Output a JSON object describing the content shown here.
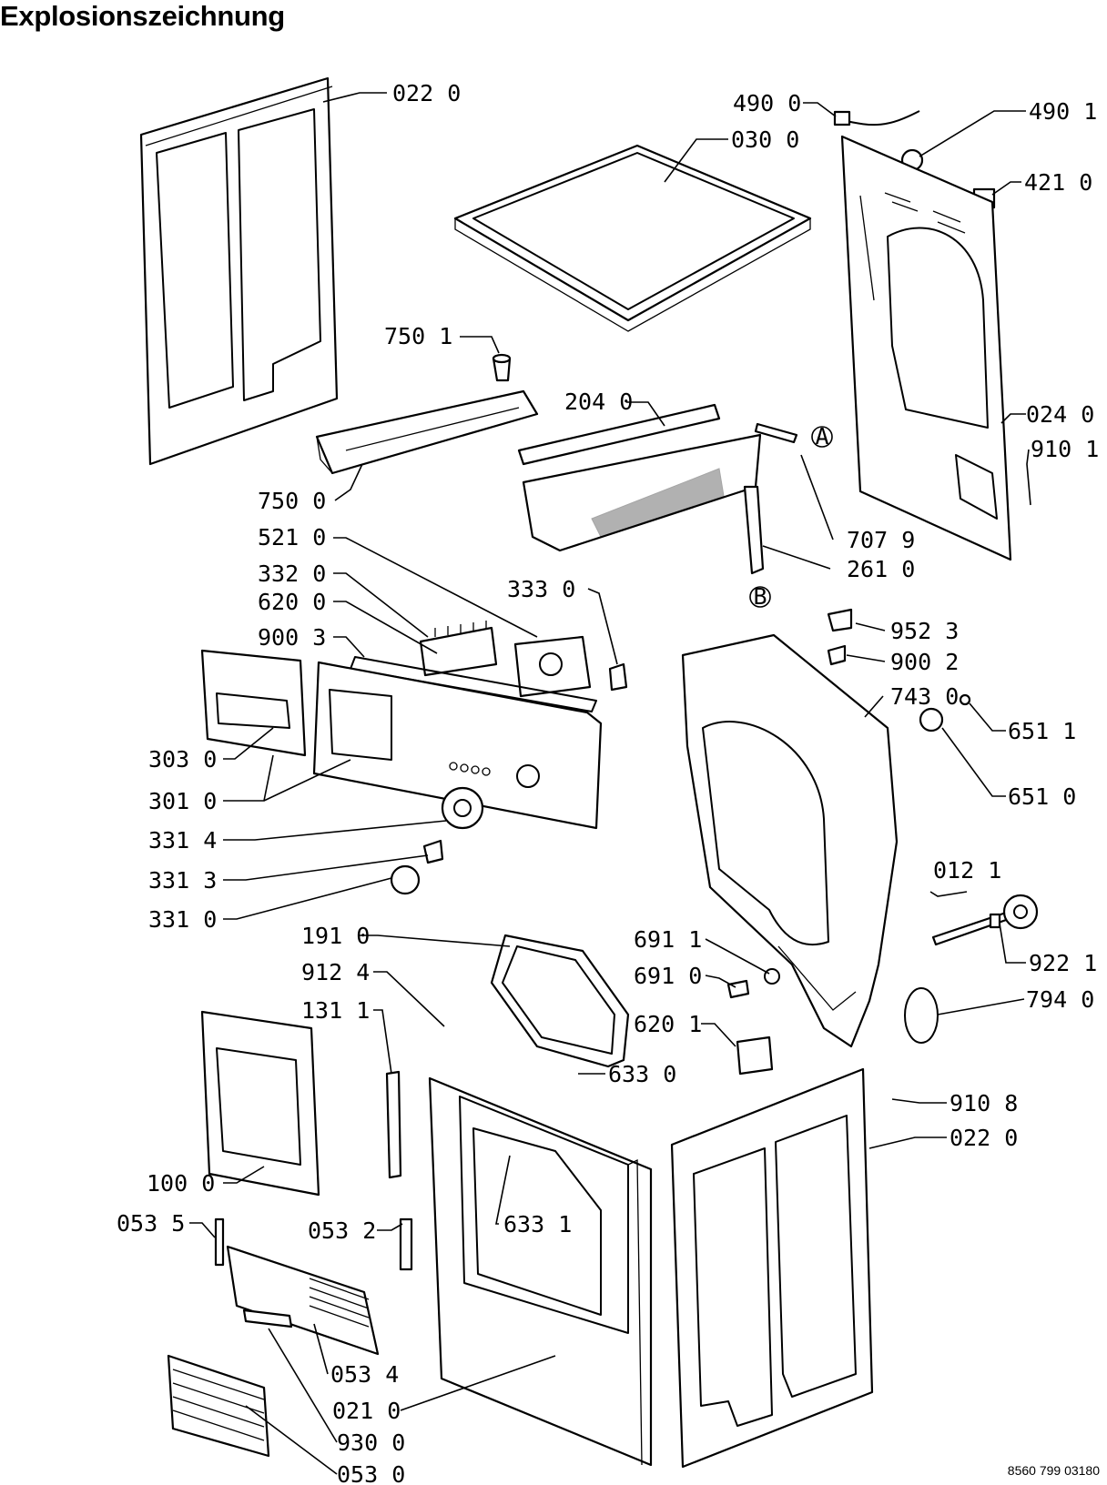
{
  "title": "Explosionszeichnung",
  "document_number": "8560 799 03180",
  "callouts": {
    "marker_a": "A",
    "marker_b": "B"
  },
  "part_labels": [
    "022 0",
    "030 0",
    "490 0",
    "490 1",
    "421 0",
    "750 1",
    "204 0",
    "024 0",
    "910 1",
    "750 0",
    "707 9",
    "521 0",
    "261 0",
    "332 0",
    "333 0",
    "620 0",
    "900 3",
    "952 3",
    "900 2",
    "743 0",
    "303 0",
    "651 1",
    "301 0",
    "651 0",
    "331 4",
    "331 3",
    "012 1",
    "331 0",
    "191 0",
    "691 1",
    "922 1",
    "912 4",
    "691 0",
    "131 1",
    "620 1",
    "794 0",
    "633 0",
    "910 8",
    "022 0",
    "100 0",
    "633 1",
    "053 5",
    "053 2",
    "053 4",
    "021 0",
    "930 0",
    "053 0"
  ]
}
